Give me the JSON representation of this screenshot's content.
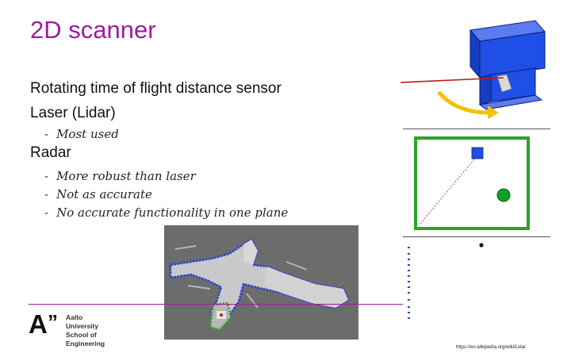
{
  "slide": {
    "title": "2D scanner",
    "line1": "Rotating time of flight distance sensor",
    "line2": "Laser (Lidar)",
    "laser_points": [
      "Most used"
    ],
    "radar_heading": "Radar",
    "radar_points": [
      "More robust than laser",
      "Not as accurate",
      "No accurate functionality in one plane"
    ],
    "bullet_dash": "-"
  },
  "footer": {
    "logo_letter": "A",
    "logo_quote": "”",
    "university": "Aalto University",
    "school": "School of Engineering",
    "source_url": "https://en.wikipedia.org/wiki/Lidar"
  },
  "colors": {
    "accent": "#9b1d9b",
    "scanner_blue": "#1f4fe6",
    "field_green": "#2aa32a",
    "laser_red": "#c01818"
  }
}
